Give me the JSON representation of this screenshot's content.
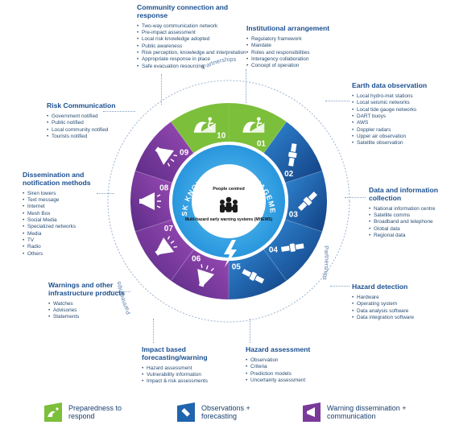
{
  "center": {
    "ring_text": "RISK KNOWLEDGE + MANAGEMENT",
    "label_top": "People centred",
    "label_bottom": "Multi-hazard early warning systems (MHEWS)"
  },
  "partnerships_label": "Partnerships",
  "segments": [
    {
      "num": "01",
      "color": "#7cbf3a",
      "icon": "wave-runner-icon"
    },
    {
      "num": "02",
      "color": "#1f64ad",
      "icon": "satellite-icon"
    },
    {
      "num": "03",
      "color": "#1f64ad",
      "icon": "satellite-icon"
    },
    {
      "num": "04",
      "color": "#1f64ad",
      "icon": "satellite-icon"
    },
    {
      "num": "05",
      "color": "#1f64ad",
      "icon": "satellite-icon"
    },
    {
      "num": "06",
      "color": "#7a3a9a",
      "icon": "megaphone-icon"
    },
    {
      "num": "07",
      "color": "#7a3a9a",
      "icon": "megaphone-icon"
    },
    {
      "num": "08",
      "color": "#7a3a9a",
      "icon": "megaphone-icon"
    },
    {
      "num": "09",
      "color": "#7a3a9a",
      "icon": "megaphone-icon"
    },
    {
      "num": "10",
      "color": "#7cbf3a",
      "icon": "wave-runner-icon"
    }
  ],
  "blocks": {
    "community": {
      "title": "Community connection and response",
      "items": [
        "Two-way communication network",
        "Pre-impact assessment",
        "Local risk knowledge adopted",
        "Public awareness",
        "Risk perception, knowledge and interpretation",
        "Appropriate response in place",
        "Safe evacuation resourcing"
      ]
    },
    "institutional": {
      "title": "Institutional arrangement",
      "items": [
        "Regulatory framework",
        "Mandate",
        "Roles and responsibilities",
        "Interagency collaboration",
        "Concept of operation"
      ]
    },
    "earth": {
      "title": "Earth data observation",
      "items": [
        "Local hydro-met stations",
        "Local seismic networks",
        "Local tide gauge networks",
        "DART buoys",
        "AWS",
        "Doppler radars",
        "Upper air observation",
        "Satellite observation"
      ]
    },
    "data_info": {
      "title": "Data and information collection",
      "items": [
        "National information centre",
        "Satellite comms",
        "Broadband and telephone",
        "Global data",
        "Regional data"
      ]
    },
    "hazard_detection": {
      "title": "Hazard detection",
      "items": [
        "Hardware",
        "Operating system",
        "Data analysis software",
        "Data integration software"
      ]
    },
    "hazard_assessment": {
      "title": "Hazard assessment",
      "items": [
        "Observation",
        "Criteria",
        "Prediction models",
        "Uncertainty assessment"
      ]
    },
    "impact": {
      "title": "Impact based forecasting/warning",
      "items": [
        "Hazard assessment",
        "Vulnerability information",
        "Impact & risk assessments"
      ]
    },
    "warnings": {
      "title": "Warnings and other infrastructure products",
      "items": [
        "Watches",
        "Advisories",
        "Statements"
      ]
    },
    "dissemination": {
      "title": "Dissemination and notification methods",
      "items": [
        "Siren towers",
        "Text message",
        "Internet",
        "Mesh Box",
        "Social Media",
        "Specialized networks",
        "Media",
        "TV",
        "Radio",
        "Others"
      ]
    },
    "risk_comm": {
      "title": "Risk Communication",
      "items": [
        "Government notified",
        "Public notified",
        "Local community notified",
        "Tourists notified"
      ]
    }
  },
  "legend": [
    {
      "label": "Preparedness to respond",
      "color": "#7cbf3a",
      "icon": "wave-runner-icon"
    },
    {
      "label": "Observations + forecasting",
      "color": "#1f64ad",
      "icon": "satellite-icon"
    },
    {
      "label": "Warning dissemination + communication",
      "color": "#7a3a9a",
      "icon": "megaphone-icon"
    }
  ]
}
